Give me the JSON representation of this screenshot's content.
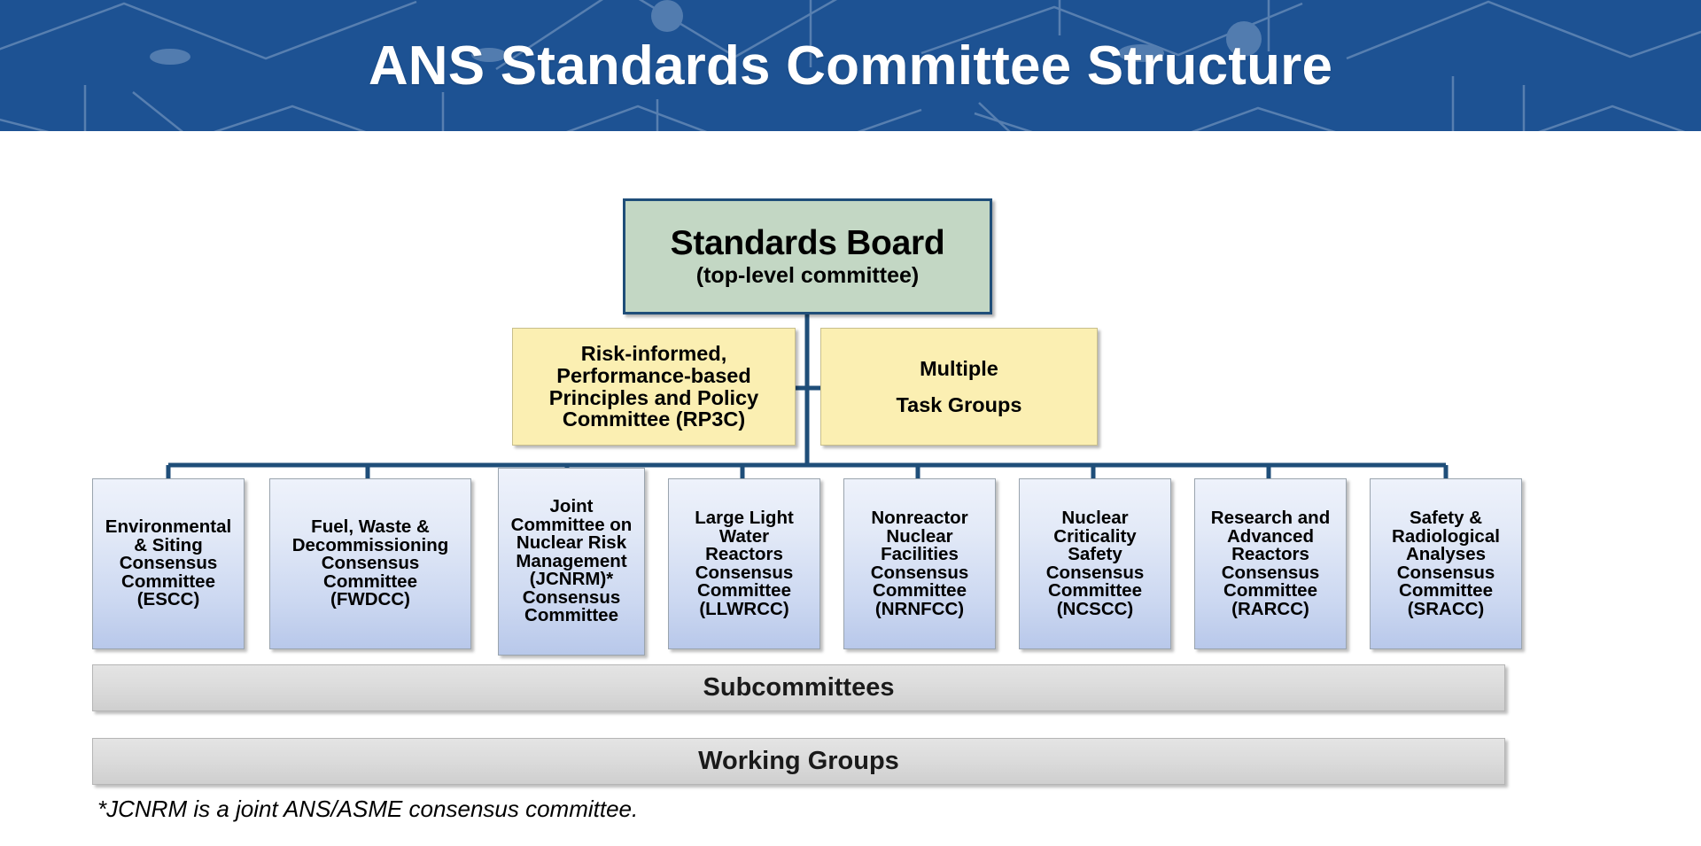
{
  "header": {
    "title": "ANS Standards Committee Structure",
    "background_color": "#1d5293",
    "text_color": "#ffffff"
  },
  "chart_data": {
    "type": "diagram",
    "diagram_kind": "organizational-chart",
    "title": "ANS Standards Committee Structure",
    "nodes": {
      "top": {
        "name": "Standards Board",
        "subtitle": "(top-level committee)",
        "fill_color": "#c3d7c4",
        "border_color": "#1f4e79",
        "level": 0
      },
      "advisory": [
        {
          "id": "rp3c",
          "lines": [
            "Risk-informed,",
            "Performance-based",
            "Principles and Policy",
            "Committee (RP3C)"
          ],
          "fill_color": "#fbefb2",
          "level": 1
        },
        {
          "id": "task-groups",
          "lines": [
            "Multiple",
            "Task Groups"
          ],
          "fill_color": "#fbefb2",
          "level": 1
        }
      ],
      "committees": [
        {
          "id": "escc",
          "acronym": "(ESCC)",
          "lines": [
            "Environmental",
            "& Siting",
            "Consensus",
            "Committee",
            "(ESCC)"
          ]
        },
        {
          "id": "fwdcc",
          "acronym": "(FWDCC)",
          "lines": [
            "Fuel, Waste &",
            "Decommissioning",
            "Consensus",
            "Committee",
            "(FWDCC)"
          ]
        },
        {
          "id": "jcnrm",
          "acronym": "(JCNRM)*",
          "lines": [
            "Joint",
            "Committee on",
            "Nuclear Risk",
            "Management",
            "(JCNRM)*",
            "Consensus",
            "Committee"
          ]
        },
        {
          "id": "llwrcc",
          "acronym": "(LLWRCC)",
          "lines": [
            "Large Light",
            "Water",
            "Reactors",
            "Consensus",
            "Committee",
            "(LLWRCC)"
          ]
        },
        {
          "id": "nrnfcc",
          "acronym": "(NRNFCC)",
          "lines": [
            "Nonreactor",
            "Nuclear",
            "Facilities",
            "Consensus",
            "Committee",
            "(NRNFCC)"
          ]
        },
        {
          "id": "ncscc",
          "acronym": "(NCSCC)",
          "lines": [
            "Nuclear",
            "Criticality",
            "Safety",
            "Consensus",
            "Committee",
            "(NCSCC)"
          ]
        },
        {
          "id": "rarcc",
          "acronym": "(RARCC)",
          "lines": [
            "Research and",
            "Advanced",
            "Reactors",
            "Consensus",
            "Committee",
            "(RARCC)"
          ]
        },
        {
          "id": "sracc",
          "acronym": "(SRACC)",
          "lines": [
            "Safety &",
            "Radiological",
            "Analyses",
            "Consensus",
            "Committee",
            "(SRACC)"
          ]
        }
      ],
      "bars": [
        {
          "id": "subcommittees",
          "label": "Subcommittees",
          "level": 3
        },
        {
          "id": "working-groups",
          "label": "Working Groups",
          "level": 4
        }
      ]
    },
    "footnote": "*JCNRM is a joint ANS/ASME consensus committee.",
    "connector_color": "#1f4e79"
  }
}
